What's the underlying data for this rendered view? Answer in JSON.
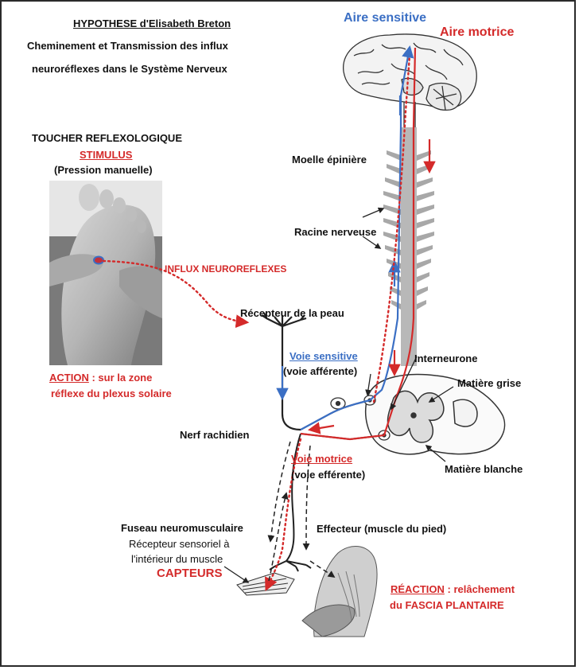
{
  "header": {
    "title": "HYPOTHESE d'Elisabeth Breton",
    "line1": "Cheminement  et Transmission des  influx",
    "line2": "neuroréflexes dans le Système Nerveux"
  },
  "stimulus": {
    "heading": "TOUCHER  REFLEXOLOGIQUE",
    "label": "STIMULUS",
    "sub": "(Pression manuelle)"
  },
  "action": {
    "label": "ACTION",
    "text1": " : sur la zone",
    "text2": "réflexe du  plexus solaire"
  },
  "labels": {
    "aire_sensitive": "Aire sensitive",
    "aire_motrice": "Aire motrice",
    "moelle": "Moelle épinière",
    "racine": "Racine nerveuse",
    "influx": "INFLUX NEUROREFLEXES",
    "recepteur_peau": "Récepteur de la peau",
    "voie_sensitive": "Voie sensitive",
    "voie_afferente": "(voie afférente)",
    "interneurone": "Interneurone",
    "matiere_grise": "Matière grise",
    "nerf_rachidien": "Nerf rachidien",
    "voie_motrice": "Voie motrice",
    "voie_efferente": "(voie efférente)",
    "matiere_blanche": "Matière blanche",
    "fuseau": "Fuseau neuromusculaire",
    "recepteur_sensoriel": "Récepteur sensoriel à",
    "interieur": "l'intérieur du muscle",
    "capteurs": "CAPTEURS",
    "effecteur": "Effecteur (muscle du pied)",
    "reaction": "RÉACTION",
    "reaction_text": " : relâchement",
    "fascia": "du FASCIA PLANTAIRE"
  },
  "colors": {
    "sensory_blue": "#3b6fc4",
    "motor_red": "#d42a2a",
    "text": "#111111"
  }
}
